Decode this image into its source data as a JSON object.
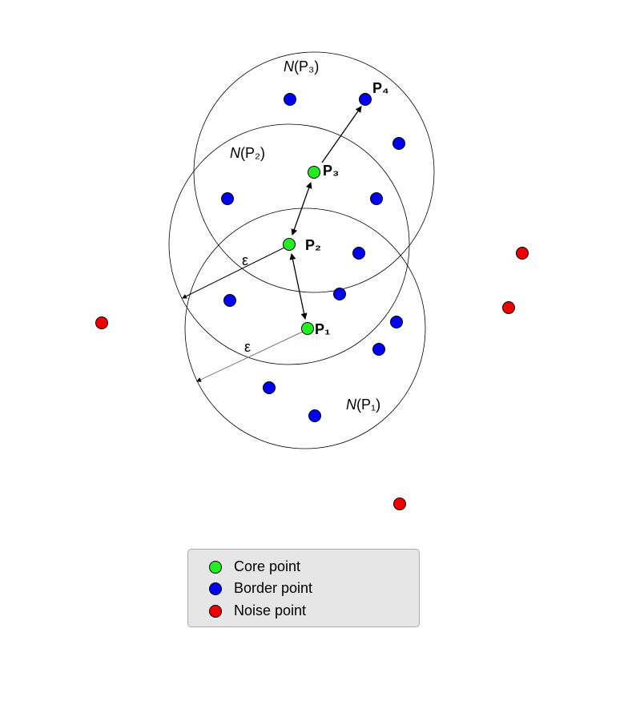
{
  "labels": {
    "n_p3": {
      "italic": "N",
      "rest": "(P₃)"
    },
    "n_p2": {
      "italic": "N",
      "rest": "(P₂)"
    },
    "n_p1": {
      "italic": "N",
      "rest": "(P₁)"
    },
    "p1": "P₁",
    "p2": "P₂",
    "p3": "P₃",
    "p4": "P₄",
    "epsilon": "ε"
  },
  "legend": [
    {
      "label": "Core point",
      "color": "#22ee22"
    },
    {
      "label": "Border point",
      "color": "#0000ee"
    },
    {
      "label": "Noise point",
      "color": "#ee0000"
    }
  ],
  "colors": {
    "core": "#22ee22",
    "border": "#0000ee",
    "noise": "#ee0000"
  }
}
